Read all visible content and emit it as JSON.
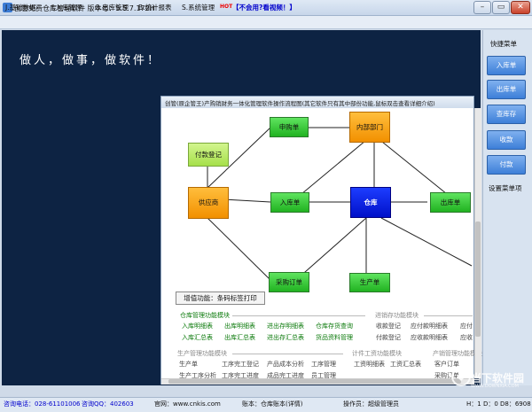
{
  "window": {
    "title": "创管免费仓库管理软件 版本号：5.5.7.172H",
    "minimize": "–",
    "restore": "▭",
    "close": "✕"
  },
  "menu": {
    "items": [
      "J.基础数据",
      "I.入库管理",
      "O.出库管理",
      "B.统计报表",
      "S.系统管理"
    ],
    "hot_badge": "HOT",
    "video_link": "【不会用?看视频！】"
  },
  "main": {
    "slogan": "做人，做事，做软件！"
  },
  "quick_menu": {
    "title": "快捷菜单",
    "buttons": [
      "入库单",
      "出库单",
      "查库存",
      "收款",
      "付款"
    ],
    "settings_label": "设置菜单项"
  },
  "flow_window": {
    "title": "创管(原企管王)产购销财务一体化管理软件操作流程图(其它软件只有其中部份功能,鼠标双击查看详细介绍)",
    "nodes": {
      "purchase_order": "申购单",
      "internal_dept": "内部部门",
      "payment_record": "付款登记",
      "supplier": "供应商",
      "inbound_order": "入库单",
      "warehouse": "仓库",
      "outbound_order": "出库单",
      "purchase_contract": "采购订单",
      "production_order": "生产单"
    },
    "addon_button": "增值功能：条码标签打印",
    "sections": {
      "warehouse_mgmt": {
        "title": "仓库管理功能模块",
        "row1": [
          "入库明细表",
          "出库明细表",
          "进出存明细表",
          "仓库存货查询"
        ],
        "row2": [
          "入库汇总表",
          "出库汇总表",
          "进出存汇总表",
          "货品资料管理"
        ]
      },
      "ar_ap": {
        "title": "进销存功能模块",
        "row1": [
          "收款登记",
          "应付款明细表",
          "应付"
        ],
        "row2": [
          "付款登记",
          "应收款明细表",
          "应收"
        ]
      },
      "production": {
        "title": "生产管理功能模块",
        "row1": [
          "生产单",
          "工序完工登记",
          "产品成本分析",
          "工序管理"
        ],
        "row2": [
          "生产工序分析",
          "工序完工进度",
          "成品完工进度",
          "员工管理"
        ]
      },
      "piecework": {
        "title": "计件工资功能模块",
        "row1": [
          "工资明细表",
          "工资汇总表"
        ]
      },
      "sales": {
        "title": "产销管理功能模块",
        "row1": [
          "客户订单",
          "采购订单"
        ]
      }
    }
  },
  "status": {
    "phone": "咨询电话：028-61101006",
    "qq": "咨询QQ：402603",
    "website": "官网：www.cnkis.com",
    "account_set": "账本：仓库账本(详情)",
    "operator": "操作员：超级管理员",
    "coords": "H：1 D：0 D8：6908"
  },
  "watermark": {
    "text": "当下软件园",
    "sub": "WWW.DOWNXIA.COM"
  },
  "colors": {
    "main_bg": "#0d2343",
    "node_green": "#21b221",
    "node_orange": "#f29000",
    "node_blue": "#0010c9",
    "quick_button": "#3d7fd8"
  }
}
